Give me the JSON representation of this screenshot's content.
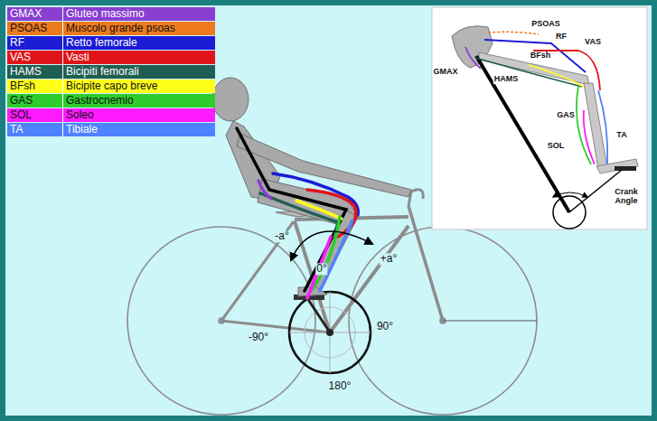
{
  "diagram": {
    "labels": [
      "Gluteo massimo",
      "Muscolo grande psoas",
      "Retto femorale",
      "Vasti",
      "Bicipiti femorali",
      "Bicipite capo breve",
      "Gastrocnemio",
      "Soleo",
      "Tibiale",
      "-a°",
      "0°",
      "+a°",
      "-90°",
      "90°",
      "180°",
      "PSOAS",
      "RF",
      "VAS",
      "GMAX",
      "BFsh",
      "HAMS",
      "GAS",
      "SOL",
      "TA",
      "Crank Angle"
    ],
    "legend": [
      {
        "text": "GMAX",
        "color": "#8a3fd1"
      },
      {
        "text": "PSOAS",
        "color": "#ee7a1e"
      },
      {
        "text": "RF",
        "color": "#1c1cd6"
      },
      {
        "text": "VAS",
        "color": "#e0151a"
      },
      {
        "text": "HAMS",
        "color": "#1f5e52"
      },
      {
        "text": "BFsh",
        "color": "#ffff1a"
      },
      {
        "text": "GAS",
        "color": "#2fcc2f"
      },
      {
        "text": "SOL",
        "color": "#ff1aff"
      },
      {
        "text": "TA",
        "color": "#4f82ff"
      }
    ]
  }
}
